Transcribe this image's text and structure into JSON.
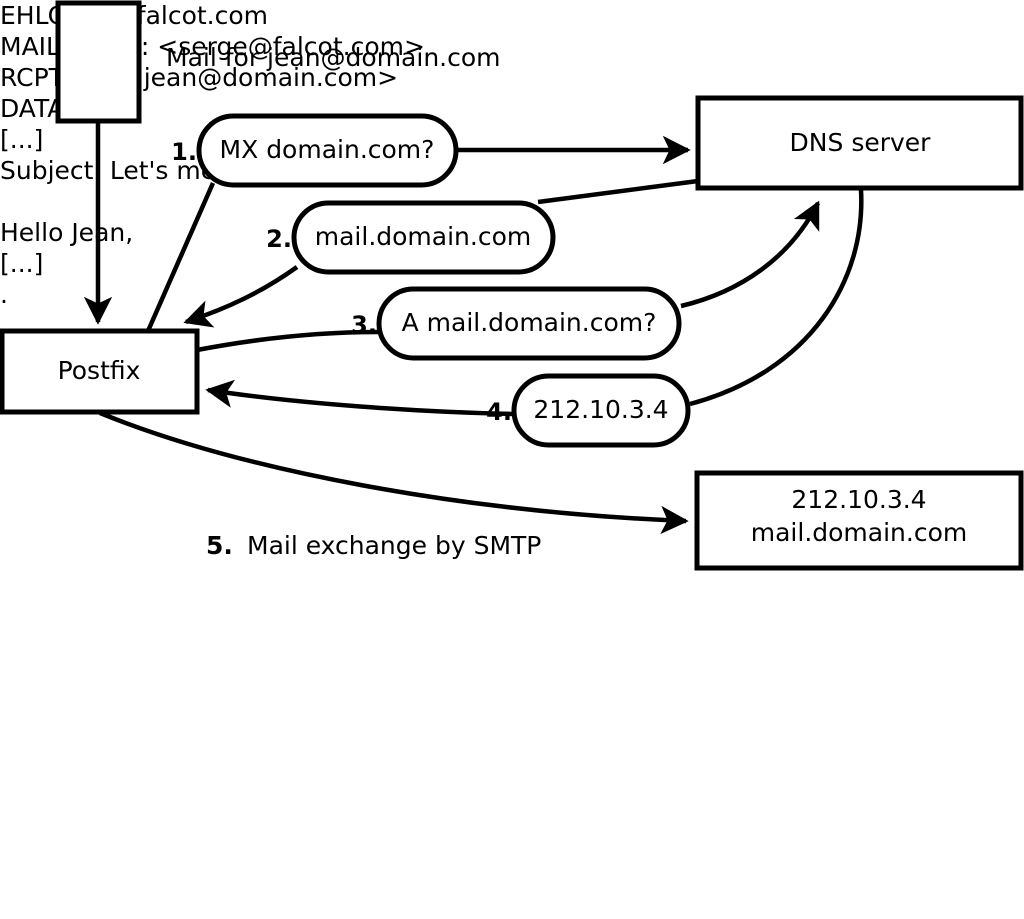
{
  "diagram": {
    "title_caption": "Mail for jean@domain.com",
    "nodes": {
      "sender_host": {
        "label": ""
      },
      "postfix": {
        "label": "Postfix"
      },
      "dns_server": {
        "label": "DNS server"
      },
      "mail_server": {
        "line1": "212.10.3.4",
        "line2": "mail.domain.com"
      }
    },
    "steps": [
      {
        "num": "1.",
        "label": "MX domain.com?"
      },
      {
        "num": "2.",
        "label": "mail.domain.com"
      },
      {
        "num": "3.",
        "label": "A mail.domain.com?"
      },
      {
        "num": "4.",
        "label": "212.10.3.4"
      }
    ],
    "smtp": {
      "num": "5.",
      "label": "Mail exchange by SMTP",
      "transcript": [
        "EHLO mail.falcot.com",
        "MAIL FROM: <serge@falcot.com>",
        "RCPT TO: <jean@domain.com>",
        "DATA",
        "[...]",
        "Subject: Let's meet",
        "",
        "Hello Jean,",
        "[...]",
        "."
      ]
    },
    "colors": {
      "stroke": "#000000",
      "fill": "#ffffff",
      "background": "#ffffff"
    }
  }
}
